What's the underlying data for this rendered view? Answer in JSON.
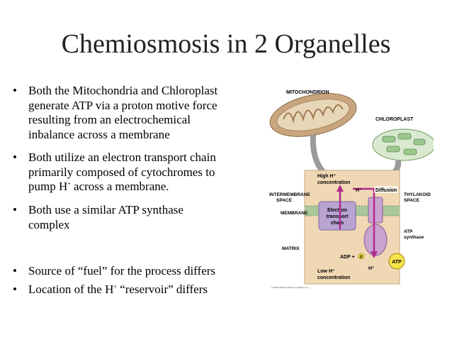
{
  "slide": {
    "title": "Chemiosmosis in 2 Organelles",
    "bullets": [
      {
        "lines": [
          "Both the Mitochondria and Chloroplast",
          "generate ATP via a proton motive force",
          "resulting from an electrochemical",
          "inbalance across a membrane"
        ]
      },
      {
        "lines": [
          "Both utilize an electron transport chain",
          "primarily composed of cytochromes to"
        ],
        "line3_pre": "pump H",
        "line3_sup": "+",
        "line3_post": " across a membrane."
      },
      {
        "lines": [
          "Both use a similar ATP synthase",
          "complex"
        ]
      },
      {
        "lines": [
          "Source of “fuel” for the process differs"
        ]
      },
      {
        "pre": "Location of the H",
        "sup": "+",
        "post": " “reservoir” differs"
      }
    ]
  },
  "figure": {
    "mitochondrion_label": "MITOCHONDRION",
    "chloroplast_label": "CHLOROPLAST",
    "intermembrane_label": [
      "INTERMEMBRANE",
      "SPACE"
    ],
    "membrane_label": "MEMBRANE",
    "matrix_label": "MATRIX",
    "thylakoid_label": [
      "THYLAKOID",
      "SPACE"
    ],
    "high_h_label": [
      "High H⁺",
      "concentration"
    ],
    "low_h_label": [
      "Low H⁺",
      "concentration"
    ],
    "h_plus_label": "H⁺",
    "diffusion_label": "Diffusion",
    "etc_label": [
      "Electron",
      "transport",
      "chain"
    ],
    "atp_synthase_label": [
      "ATP",
      "synthase"
    ],
    "adp_label": "ADP +",
    "pi_label": "P",
    "atp_label": "ATP",
    "copyright": "©1999 Addison Wesley Longman, Inc.",
    "colors": {
      "mito_outer": "#c9a57d",
      "mito_inner": "#e8d6b8",
      "chloro": "#9cc78f",
      "space_tan": "#f1d8b5",
      "membrane": "#a8c79a",
      "etc": "#b9a3d3",
      "synthase": "#c8a3cf",
      "atp": "#f6e34a",
      "arrow": "#b02b8e"
    }
  }
}
